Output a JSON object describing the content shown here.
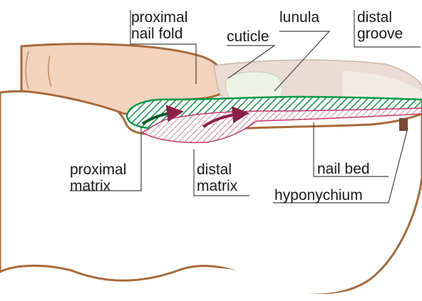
{
  "labels": {
    "proximal_nail_fold": [
      "proximal",
      "nail fold"
    ],
    "lunula": "lunula",
    "cuticle": "cuticle",
    "distal_groove": [
      "distal",
      "groove"
    ],
    "proximal_matrix": [
      "proximal",
      "matrix"
    ],
    "distal_matrix": [
      "distal",
      "matrix"
    ],
    "nail_bed": "nail bed",
    "hyponychium": "hyponychium"
  },
  "colors": {
    "skin": "#f2d3bd",
    "skin_outline": "#a86a3b",
    "nail_plate": "#eadcd2",
    "lunula": "#eef2e4",
    "proximal_matrix": "#0a9a4a",
    "distal_matrix": "#c2386b",
    "arrow": "#8c1f45",
    "leader_line": "#444444"
  }
}
